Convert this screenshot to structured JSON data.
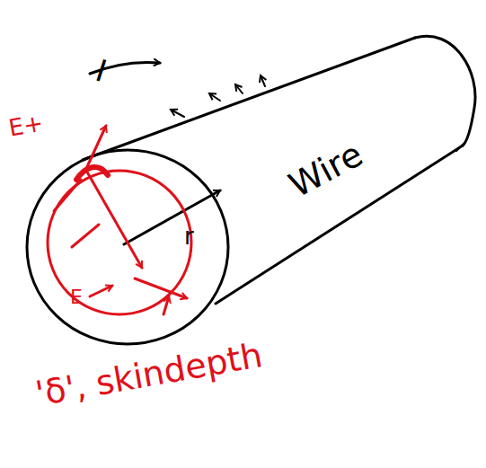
{
  "diagram": {
    "labels": [
      "I",
      "Wire",
      "r",
      "E+",
      "E",
      "'δ', skindepth"
    ]
  }
}
